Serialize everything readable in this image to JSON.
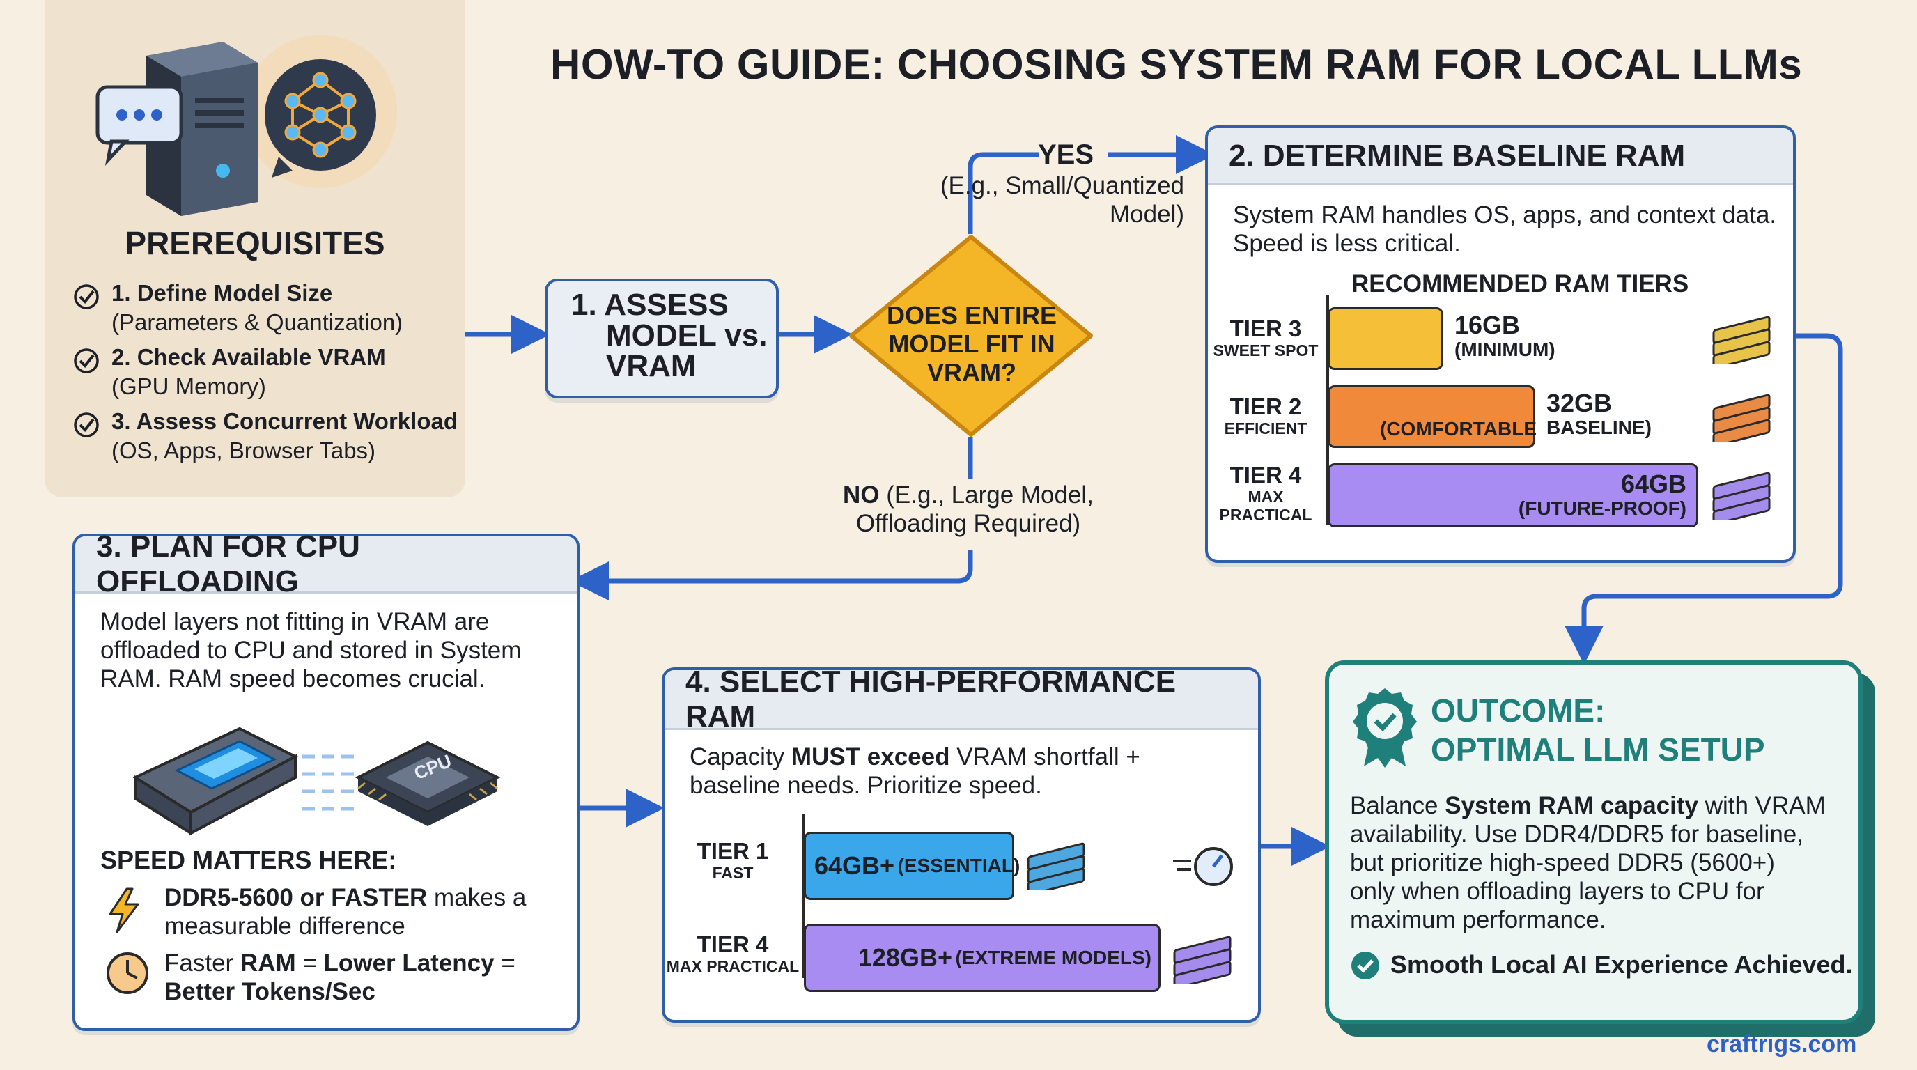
{
  "title": "HOW-TO GUIDE: CHOOSING SYSTEM RAM FOR LOCAL LLMs",
  "colors": {
    "accent_blue": "#2d63c9",
    "outcome_teal": "#1f7f7a",
    "decision_yellow": "#f4b526",
    "tier3_yellow": "#f5c037",
    "tier2_orange": "#f08a3a",
    "tier4_purple": "#a98cf2",
    "tier1_blue": "#3aa7ea"
  },
  "prerequisites": {
    "heading": "PREREQUISITES",
    "items": [
      {
        "title": "1. Define Model Size",
        "detail": "(Parameters & Quantization)"
      },
      {
        "title": "2. Check Available VRAM",
        "detail": "(GPU Memory)"
      },
      {
        "title": "3. Assess Concurrent Workload",
        "detail": "(OS, Apps, Browser Tabs)"
      }
    ]
  },
  "step1": {
    "line1": "1. ASSESS",
    "line2": "MODEL vs.",
    "line3": "VRAM"
  },
  "decision": {
    "line1": "DOES ENTIRE",
    "line2": "MODEL FIT IN",
    "line3": "VRAM?",
    "yes_label": "YES",
    "yes_detail_1": "(E.g., Small/Quantized",
    "yes_detail_2": "Model)",
    "no_label": "NO",
    "no_detail_1": "(E.g., Large Model,",
    "no_detail_2": "Offloading Required)"
  },
  "step2": {
    "heading": "2.  DETERMINE BASELINE RAM",
    "text_1": "System RAM handles OS, apps, and context data.",
    "text_2": "Speed is less critical.",
    "tiers_heading": "RECOMMENDED RAM TIERS",
    "tiers": [
      {
        "name": "TIER 3",
        "sub": "SWEET SPOT",
        "value": "16GB",
        "note": "(MINIMUM)",
        "fill": 0.25
      },
      {
        "name": "TIER 2",
        "sub": "EFFICIENT",
        "value": "32GB",
        "note_inside": "(COMFORTABLE",
        "note_outside": "BASELINE)",
        "fill": 0.5
      },
      {
        "name": "TIER 4",
        "sub_1": "MAX",
        "sub_2": "PRACTICAL",
        "value": "64GB",
        "note": "(FUTURE-PROOF)",
        "fill": 1.0
      }
    ]
  },
  "step3": {
    "heading": "3. PLAN FOR CPU OFFLOADING",
    "text_1": "Model layers not fitting in VRAM are",
    "text_2": "offloaded to CPU and stored in System",
    "text_3": "RAM. RAM speed becomes crucial.",
    "cpu_chip_label": "CPU",
    "speed_heading": "SPEED MATTERS HERE:",
    "bullet1_bold": "DDR5-5600 or FASTER",
    "bullet1_rest": " makes a",
    "bullet1_line2": "measurable difference",
    "bullet2_a": "Faster ",
    "bullet2_b": "RAM",
    "bullet2_c": " = ",
    "bullet2_d": "Lower Latency",
    "bullet2_e": " =",
    "bullet2_line2": "Better Tokens/Sec"
  },
  "step4": {
    "heading": "4. SELECT HIGH-PERFORMANCE RAM",
    "text_a": "Capacity ",
    "text_b": "MUST exceed",
    "text_c": " VRAM shortfall +",
    "text_line2": "baseline needs. Prioritize speed.",
    "tiers": [
      {
        "name": "TIER 1",
        "sub": "FAST",
        "value": "64GB+",
        "note": "(ESSENTIAL)",
        "fill": 0.5
      },
      {
        "name": "TIER 4",
        "sub": "MAX PRACTICAL",
        "value": "128GB+",
        "note": "(EXTREME MODELS)",
        "fill": 1.0
      }
    ]
  },
  "outcome": {
    "title_1": "OUTCOME:",
    "title_2": "OPTIMAL LLM SETUP",
    "l1_a": "Balance ",
    "l1_b": "System RAM capacity",
    "l1_c": " with VRAM",
    "l2": "availability. Use DDR4/DDR5 for baseline,",
    "l3": "but prioritize high-speed DDR5 (5600+)",
    "l4": "only when offloading layers to CPU for",
    "l5": "maximum performance.",
    "result": "Smooth Local AI Experience Achieved."
  },
  "footer": "craftrigs.com"
}
